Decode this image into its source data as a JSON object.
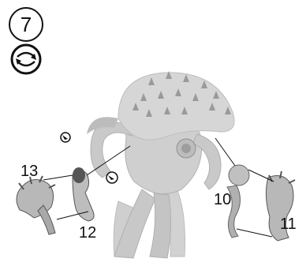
{
  "step": {
    "number": "7",
    "icon": "rotate-arrows-icon"
  },
  "callouts": {
    "part_13": "13",
    "part_12": "12",
    "part_10": "10",
    "part_11": "11"
  },
  "icons": {
    "glue_icon_small": "glue-dot-icon",
    "glue_icon_body": "glue-dot-icon"
  },
  "colors": {
    "ink": "#111111",
    "model_light": "#d9d9d9",
    "model_mid": "#bdbdbd",
    "model_dark": "#8f8f8f",
    "parts_fill": "#b5b5b5"
  }
}
